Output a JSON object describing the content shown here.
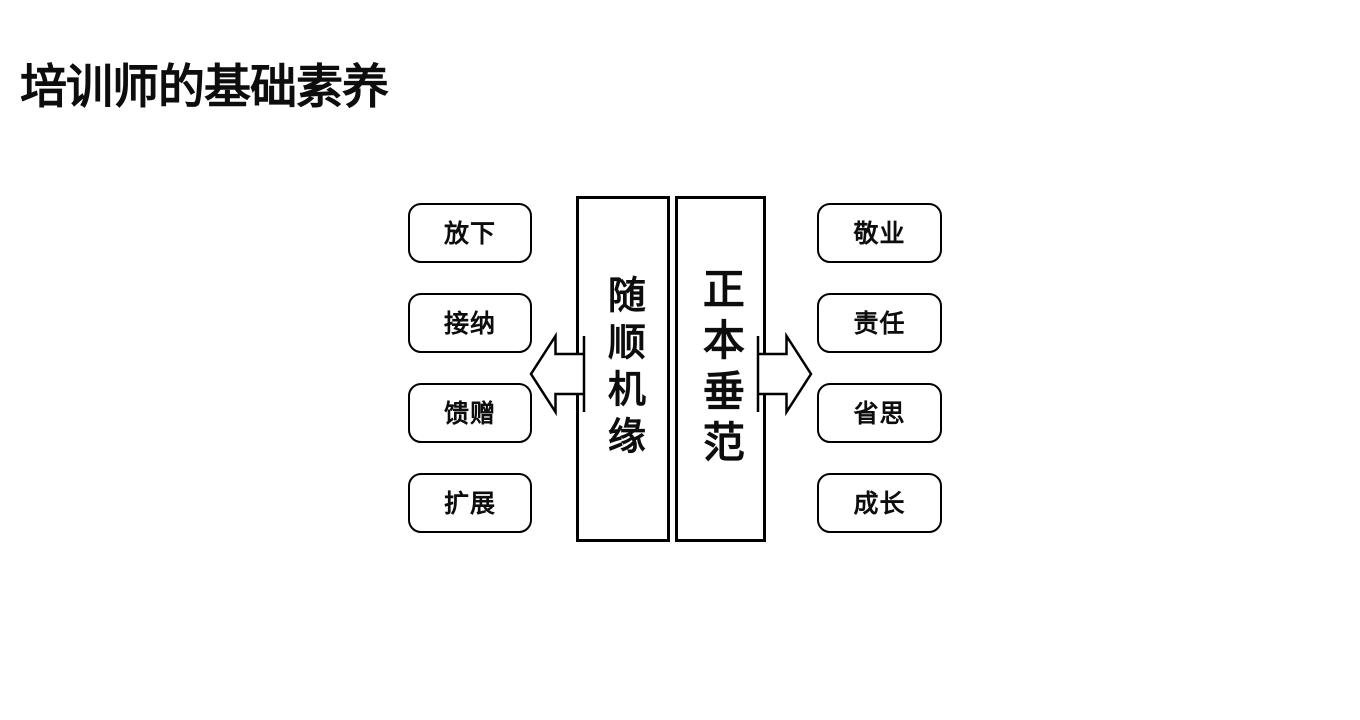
{
  "slide": {
    "title": "培训师的基础素养",
    "background_color": "#ffffff",
    "text_color": "#0d0d0d",
    "outline_color": "#000000"
  },
  "diagram": {
    "type": "two-sided-fan-out",
    "core": {
      "left": {
        "label": "随顺机缘",
        "characters": [
          "随",
          "顺",
          "机",
          "缘"
        ],
        "orientation": "vertical"
      },
      "right": {
        "label": "正本垂范",
        "characters": [
          "正",
          "本",
          "垂",
          "范"
        ],
        "orientation": "vertical"
      }
    },
    "arrows": [
      {
        "name": "arrow-left",
        "direction": "left",
        "from": "随顺机缘",
        "to": "left-group"
      },
      {
        "name": "arrow-right",
        "direction": "right",
        "from": "正本垂范",
        "to": "right-group"
      }
    ],
    "left_group": [
      {
        "label": "放下"
      },
      {
        "label": "接纳"
      },
      {
        "label": "馈赠"
      },
      {
        "label": "扩展"
      }
    ],
    "right_group": [
      {
        "label": "敬业"
      },
      {
        "label": "责任"
      },
      {
        "label": "省思"
      },
      {
        "label": "成长"
      }
    ]
  }
}
